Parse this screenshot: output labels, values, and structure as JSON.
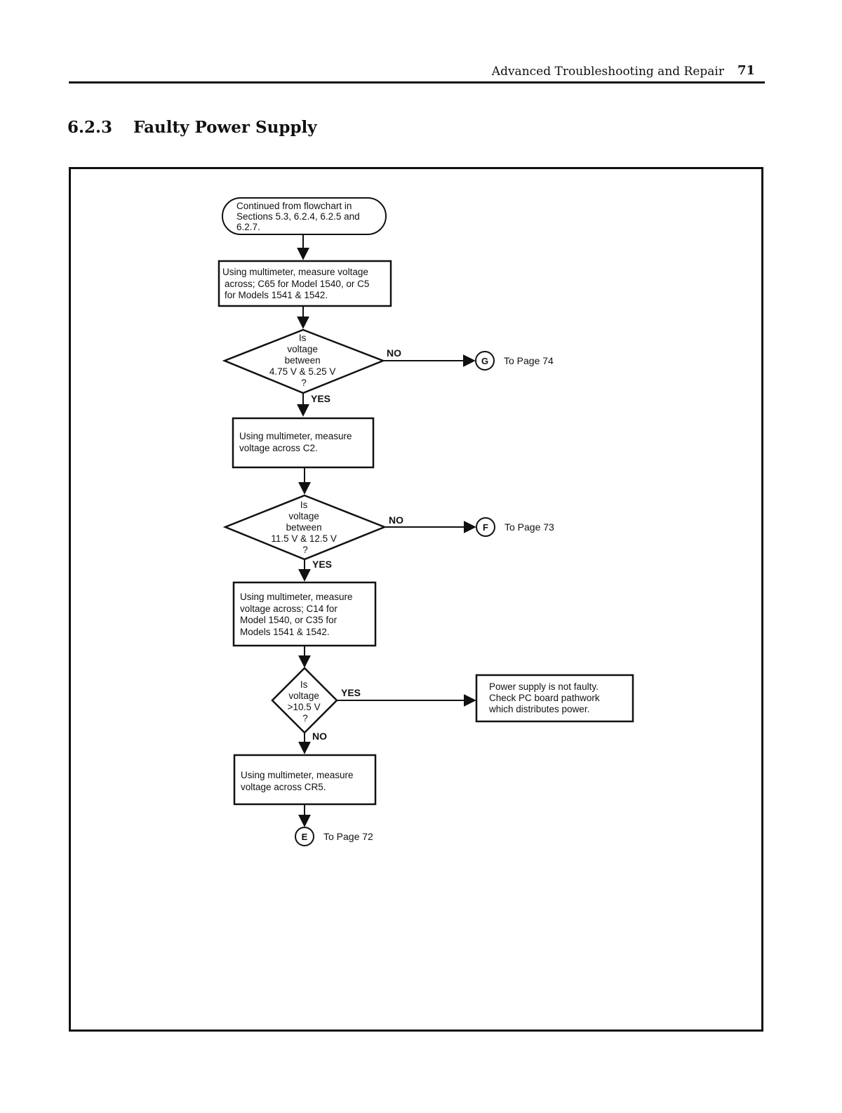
{
  "header": {
    "running_title": "Advanced Troubleshooting and Repair",
    "page_number": "71"
  },
  "section": {
    "number": "6.2.3",
    "title": "Faulty Power Supply"
  },
  "flowchart": {
    "start": [
      "Continued from flowchart in",
      "Sections 5.3, 6.2.4, 6.2.5 and",
      "6.2.7."
    ],
    "step1": [
      "Using multimeter, measure voltage",
      "across; C65 for Model 1540, or C5",
      "for Models 1541 & 1542."
    ],
    "decision1": [
      "Is",
      "voltage",
      "between",
      "4.75 V & 5.25 V",
      "?"
    ],
    "decision1_no": "NO",
    "decision1_yes": "YES",
    "connector_g": "G",
    "connector_g_ref": "To Page  74",
    "step2": [
      "Using multimeter, measure",
      "voltage across C2."
    ],
    "decision2": [
      "Is",
      "voltage",
      "between",
      "11.5 V & 12.5 V",
      "?"
    ],
    "decision2_no": "NO",
    "decision2_yes": "YES",
    "connector_f": "F",
    "connector_f_ref": "To Page  73",
    "step3": [
      "Using multimeter, measure",
      "voltage across; C14 for",
      "Model 1540, or C35 for",
      "Models 1541 & 1542."
    ],
    "decision3": [
      "Is",
      "voltage",
      ">10.5 V",
      "?"
    ],
    "decision3_yes": "YES",
    "decision3_no": "NO",
    "result": [
      "Power supply is not faulty.",
      "Check PC board pathwork",
      "which distributes power."
    ],
    "step4": [
      "Using multimeter, measure",
      "voltage across CR5."
    ],
    "connector_e": "E",
    "connector_e_ref": "To Page  72"
  }
}
